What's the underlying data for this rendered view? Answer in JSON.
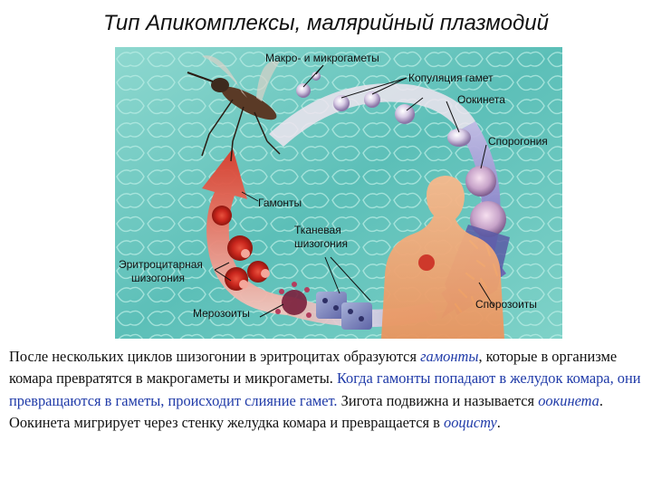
{
  "page_title": "Тип Апикомплексы, малярийный плазмодий",
  "diagram": {
    "labels": {
      "gametes": "Макро- и микрогаметы",
      "copulation": "Копуляция гамет",
      "ookinete": "Оокинета",
      "sporogony": "Спорогония",
      "gamonts": "Гамонты",
      "tissue_1": "Тканевая",
      "tissue_2": "шизогония",
      "eryth_1": "Эритроцитарная",
      "eryth_2": "шизогония",
      "merozoites": "Мерозоиты",
      "sporozoites": "Спорозоиты"
    },
    "colors": {
      "background": "#69c6bf",
      "cycle_left": "#e24d3f",
      "cycle_right": "#8a82c9",
      "rbc": "#c9261d"
    }
  },
  "caption": {
    "s1": "После нескольких циклов шизогонии в эритроцитах образуются ",
    "s2": "гамонты",
    "s3": ", которые в организме комара превратятся в макрогаметы и микрогаметы. ",
    "s4": "Когда гамонты попадают в желудок комара, они превращаются в гаметы, происходит слияние гамет.",
    "s5": " Зигота подвижна и называется ",
    "s6": "оокинета",
    "s7": ". Оокинета мигрирует через стенку желудка комара и превращается в ",
    "s8": "ооцисту",
    "s9": "."
  }
}
